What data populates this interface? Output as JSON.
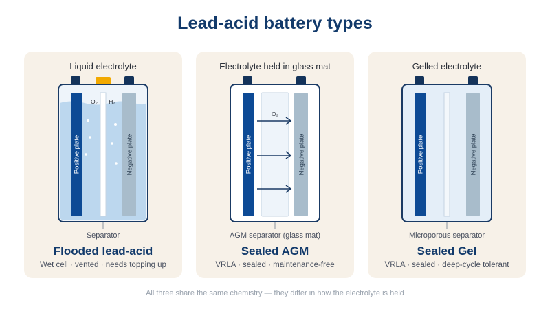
{
  "title": "Lead-acid battery types",
  "cards": [
    {
      "top_label": "Liquid electrolyte",
      "positive_plate": "Positive plate",
      "negative_plate": "Negative plate",
      "gas_o2": "O₂",
      "gas_h2": "H₂",
      "separator_label": "Separator",
      "name": "Flooded lead-acid",
      "description": "Wet cell · vented · needs topping up"
    },
    {
      "top_label": "Electrolyte held in glass mat",
      "positive_plate": "Positive plate",
      "negative_plate": "Negative plate",
      "gas_o2": "O₂",
      "separator_label": "AGM separator (glass mat)",
      "name": "Sealed AGM",
      "description": "VRLA · sealed · maintenance-free"
    },
    {
      "top_label": "Gelled electrolyte",
      "positive_plate": "Positive plate",
      "negative_plate": "Negative plate",
      "separator_label": "Microporous separator",
      "name": "Sealed Gel",
      "description": "VRLA · sealed · deep-cycle tolerant"
    }
  ],
  "footnote": "All three share the same chemistry — they differ in how the electrolyte is held",
  "colors": {
    "title": "#123a6b",
    "card_bg": "#f7f1e8",
    "positive_plate": "#0d4a95",
    "negative_plate": "#a8bccb",
    "cell_outline": "#1a3a64",
    "terminal": "#14335a",
    "vent_cap": "#f2a900",
    "liquid": "#bcd7ee",
    "gel": "#e4eef8"
  }
}
